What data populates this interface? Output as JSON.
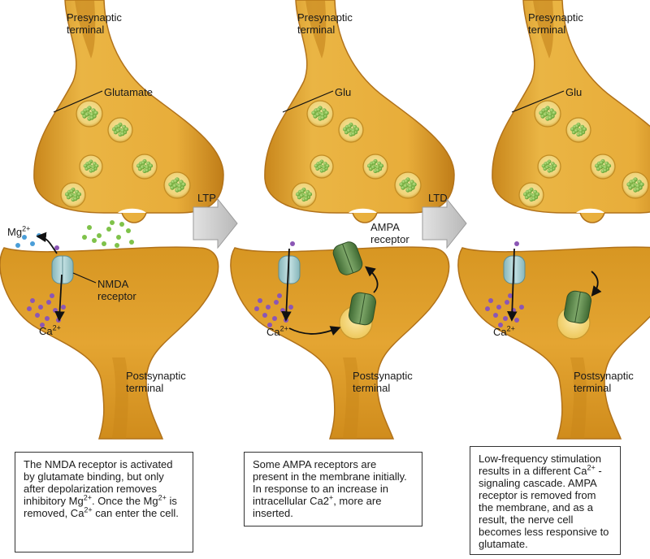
{
  "colors": {
    "terminal_fill": "#e6a936",
    "terminal_inner": "#d9931d",
    "terminal_edge": "#b9771a",
    "vesicle": "#f3d97a",
    "glutamate": "#7fc24a",
    "nmda_receptor": "#a9cfd2",
    "ampa_receptor": "#5e8a4b",
    "calcium": "#8b56b5",
    "magnesium": "#4a9ed8",
    "process_arrow": "#c9c9c9"
  },
  "panels": [
    {
      "presynaptic_label_line1": "Presynaptic",
      "presynaptic_label_line2": "terminal",
      "vesicle_label": "Glutamate",
      "mg_label": "Mg",
      "mg_charge": "2+",
      "receptor_label_line1": "NMDA",
      "receptor_label_line2": "receptor",
      "ca_label": "Ca",
      "ca_charge": "2+",
      "postsynaptic_label_line1": "Postsynaptic",
      "postsynaptic_label_line2": "terminal",
      "caption_parts": [
        "The NMDA receptor is activated by glutamate binding, but only after depolarization removes inhibitory Mg",
        "2+",
        ". Once the Mg",
        "2+",
        " is removed, Ca",
        "2+",
        " can enter the cell."
      ]
    },
    {
      "presynaptic_label_line1": "Presynaptic",
      "presynaptic_label_line2": "terminal",
      "vesicle_label": "Glu",
      "receptor_label_line1": "AMPA",
      "receptor_label_line2": "receptor",
      "ca_label": "Ca",
      "ca_charge": "2+",
      "postsynaptic_label_line1": "Postsynaptic",
      "postsynaptic_label_line2": "terminal",
      "caption_parts": [
        "Some AMPA receptors are present in the membrane initially. In response to an increase in intracellular Ca2",
        "+",
        ", more are inserted."
      ]
    },
    {
      "presynaptic_label_line1": "Presynaptic",
      "presynaptic_label_line2": "terminal",
      "vesicle_label": "Glu",
      "ca_label": "Ca",
      "ca_charge": "2+",
      "postsynaptic_label_line1": "Postsynaptic",
      "postsynaptic_label_line2": "terminal",
      "caption_parts": [
        "Low-frequency stimulation results in a different Ca",
        "2+",
        " -signaling cascade. AMPA receptor is removed from the membrane, and as a result, the nerve cell becomes less responsive to glutamate."
      ]
    }
  ],
  "transitions": [
    {
      "label": "LTP"
    },
    {
      "label": "LTD"
    }
  ]
}
